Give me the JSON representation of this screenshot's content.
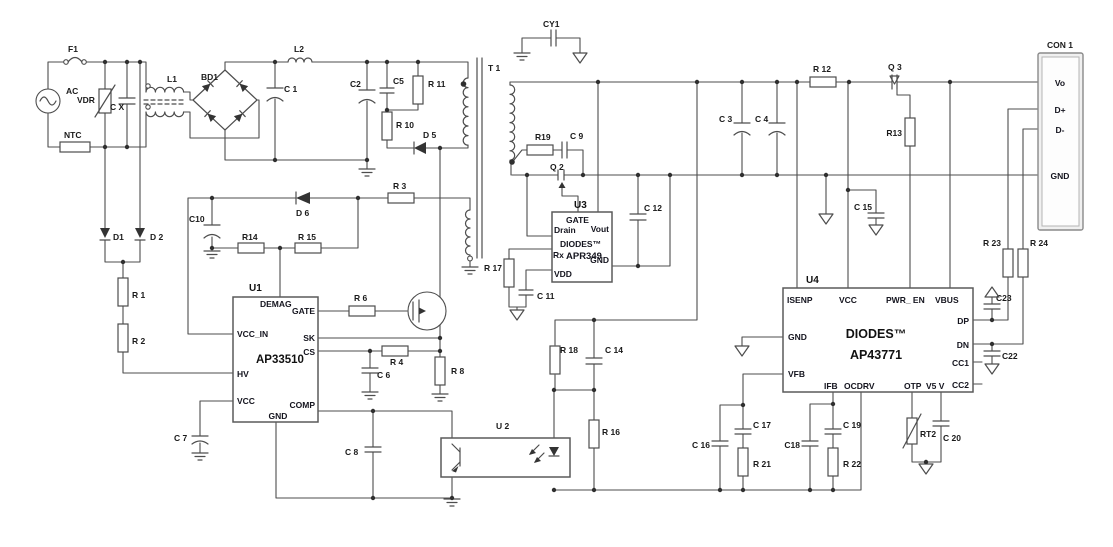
{
  "components": {
    "f1": "F1",
    "ac": "AC",
    "vdr": "VDR",
    "cx": "C X",
    "ntc": "NTC",
    "l1": "L1",
    "bd1": "BD1",
    "c1": "C 1",
    "l2": "L2",
    "c2": "C2",
    "c5": "C5",
    "r11": "R 11",
    "r10": "R 10",
    "d5": "D 5",
    "t1": "T 1",
    "cy1": "CY1",
    "d1": "D1",
    "d2": "D 2",
    "r1": "R 1",
    "r2": "R 2",
    "c10": "C10",
    "r14": "R14",
    "r15": "R 15",
    "d6": "D 6",
    "r3": "R 3",
    "r6": "R 6",
    "r4": "R 4",
    "c6": "C 6",
    "r8": "R 8",
    "c7": "C 7",
    "c8": "C 8",
    "q2": "Q 2",
    "r19": "R19",
    "c9": "C 9",
    "r17": "R 17",
    "c11": "C 11",
    "c12": "C 12",
    "r18": "R 18",
    "c14": "C 14",
    "r16": "R 16",
    "c3": "C 3",
    "c4": "C 4",
    "r12": "R 12",
    "q3": "Q 3",
    "r13": "R13",
    "c15": "C 15",
    "r23": "R 23",
    "r24": "R 24",
    "c23": "C23",
    "c22": "C22",
    "c16": "C 16",
    "c17": "C 17",
    "r21": "R 21",
    "c18": "C18",
    "c19": "C 19",
    "r22": "R 22",
    "rt2": "RT2",
    "c20": "C 20"
  },
  "u1": {
    "ref": "U1",
    "part": "AP33510",
    "pins": {
      "demag": "DEMAG",
      "gate": "GATE",
      "vcc_in": "VCC_IN",
      "sk": "SK",
      "cs": "CS",
      "hv": "HV",
      "vcc": "VCC",
      "comp": "COMP",
      "gnd": "GND"
    }
  },
  "u2": {
    "ref": "U 2"
  },
  "u3": {
    "ref": "U3",
    "brand": "DIODES™",
    "part": "APR349",
    "pins": {
      "gate": "GATE",
      "vout": "Vout",
      "drain": "Drain",
      "rx": "Rx",
      "vdd": "VDD",
      "gnd": "GND"
    }
  },
  "u4": {
    "ref": "U4",
    "brand": "DIODES™",
    "part": "AP43771",
    "pins": {
      "isenp": "ISENP",
      "vcc": "VCC",
      "pwr_en": "PWR_ EN",
      "vbus": "VBUS",
      "gnd": "GND",
      "vfb": "VFB",
      "ifb": "IFB",
      "ocdrv": "OCDRV",
      "otp": "OTP",
      "v5v": "V5 V",
      "dp": "DP",
      "dn": "DN",
      "cc1": "CC1",
      "cc2": "CC2"
    }
  },
  "con1": {
    "ref": "CON 1",
    "pins": [
      "Vo",
      "D+",
      "D-",
      "GND"
    ]
  }
}
